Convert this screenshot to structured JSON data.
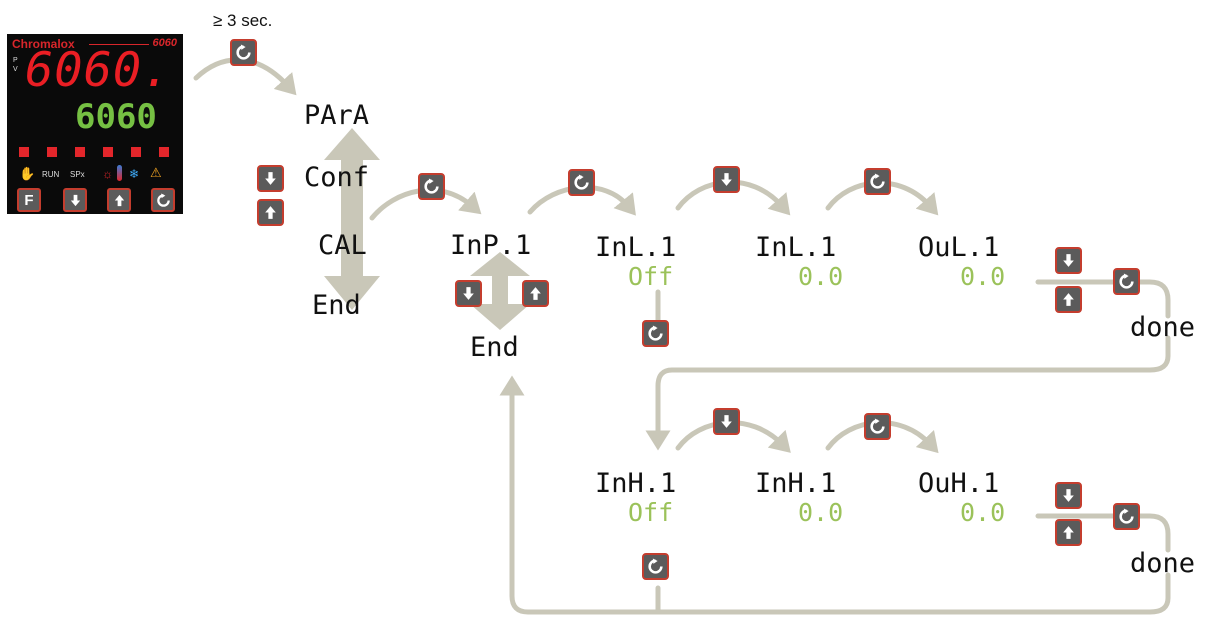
{
  "controller": {
    "brand": "Chromalox",
    "model": "6060",
    "pv_label": "P V",
    "pv_value": "6060.",
    "sv_value": "6060",
    "indicators": [
      "RUN",
      "SPx"
    ],
    "keys": [
      "F",
      "down",
      "up",
      "cycle"
    ],
    "colors": {
      "pv": "#ea1e24",
      "sv": "#76c043",
      "led": "#e3262b"
    }
  },
  "hold_note": "≥ 3 sec.",
  "main_menu": [
    "PArA",
    "Conf",
    "CAL",
    "End"
  ],
  "cal_menu": [
    "InP.1",
    "End"
  ],
  "row1": {
    "steps": [
      {
        "label": "InL.1",
        "value": "Off"
      },
      {
        "label": "InL.1",
        "value": "0.0"
      },
      {
        "label": "OuL.1",
        "value": "0.0"
      }
    ],
    "done": "done"
  },
  "row2": {
    "steps": [
      {
        "label": "InH.1",
        "value": "Off"
      },
      {
        "label": "InH.1",
        "value": "0.0"
      },
      {
        "label": "OuH.1",
        "value": "0.0"
      }
    ],
    "done": "done"
  },
  "key_colors": {
    "body": "#5b5b5b",
    "border": "#c43d2e",
    "arrow": "#c9c7b8"
  }
}
